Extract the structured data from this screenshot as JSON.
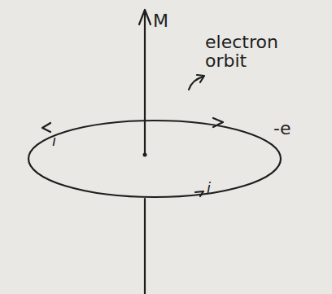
{
  "diagram": {
    "labels": [
      "M",
      "electron orbit",
      "-e",
      "i",
      "i"
    ]
  }
}
